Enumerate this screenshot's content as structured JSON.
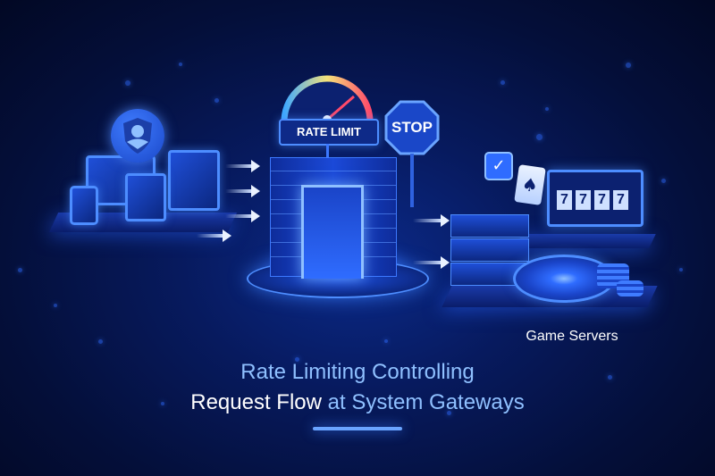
{
  "title": {
    "line1": "Rate Limiting Controlling",
    "line2_part1": "Request Flow",
    "line2_part2": " at System Gateways"
  },
  "gateway": {
    "gauge_label": "RATE LIMIT",
    "stop_sign": "STOP"
  },
  "servers": {
    "label": "Game Servers",
    "slot_digits": [
      "7",
      "7",
      "7",
      "7"
    ]
  },
  "colors": {
    "background": "#040f3a",
    "accent": "#2f6cff",
    "title_blue": "#8fc0ff",
    "title_white": "#ffffff",
    "gauge_gradient": [
      "#3fa9ff",
      "#f4e27a",
      "#ff4a6a"
    ]
  }
}
